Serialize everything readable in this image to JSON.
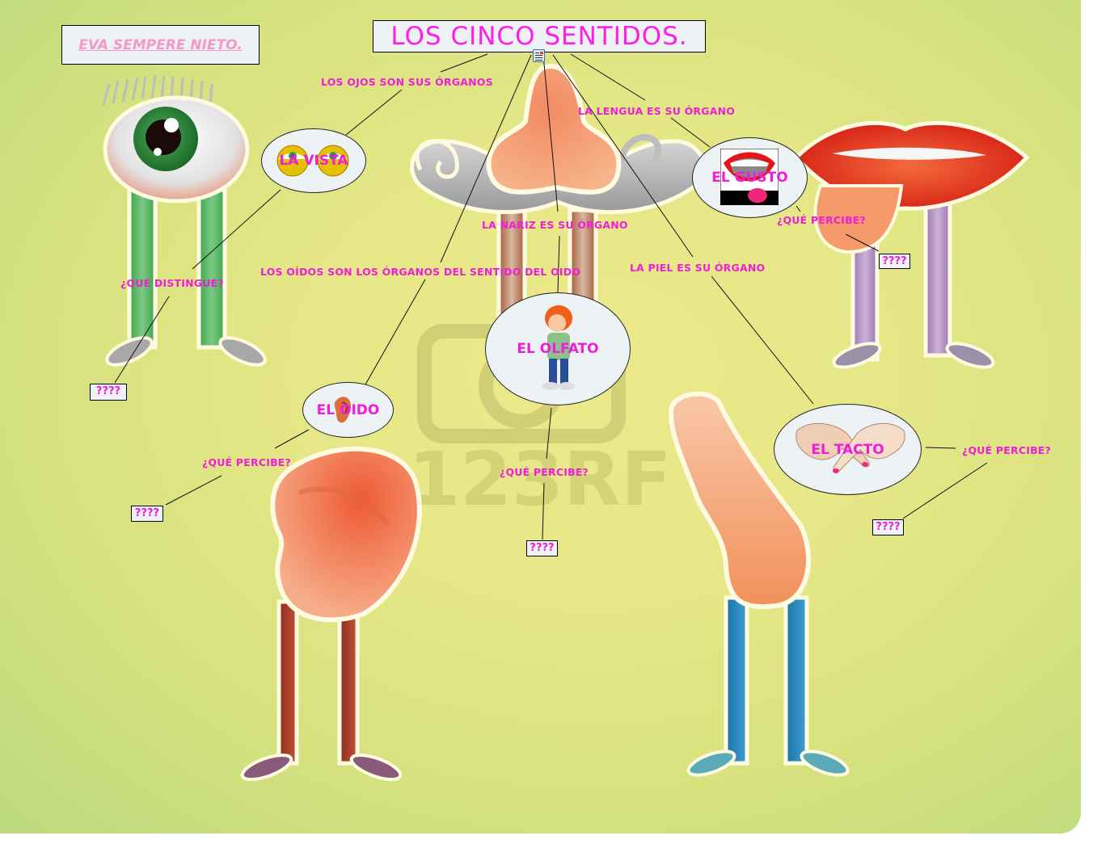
{
  "author": {
    "label": "EVA SEMPERE NIETO."
  },
  "title": {
    "label": "LOS CINCO SENTIDOS."
  },
  "connector_labels": {
    "ojos": "LOS OJOS SON SUS ÓRGANOS",
    "lengua": "LA LENGUA ES SU ÓRGANO",
    "nariz": "LA NARIZ ES SU ÓRGANO",
    "oidos": "LOS OÍDOS SON LOS ÓRGANOS DEL SENTIDO DEL OIDO",
    "piel": "LA PIEL ES SU ÓRGANO"
  },
  "senses": [
    {
      "name": "LA VISTA",
      "question": "¿QUÉ DISTINGUE?",
      "answer": "????"
    },
    {
      "name": "EL GUSTO",
      "question": "¿QUÉ PERCIBE?",
      "answer": "????"
    },
    {
      "name": "EL OLFATO",
      "question": "¿QUÉ PERCIBE?",
      "answer": "????"
    },
    {
      "name": "EL OIDO",
      "question": "¿QUÉ PERCIBE?",
      "answer": "????"
    },
    {
      "name": "EL TACTO",
      "question": "¿QUÉ PERCIBE?",
      "answer": "????"
    }
  ],
  "watermark": "123RF",
  "colors": {
    "text_accent": "#ee1ed9",
    "author_text": "#f59ac6",
    "node_fill": "#edf2f5",
    "background": "#e6e787"
  }
}
